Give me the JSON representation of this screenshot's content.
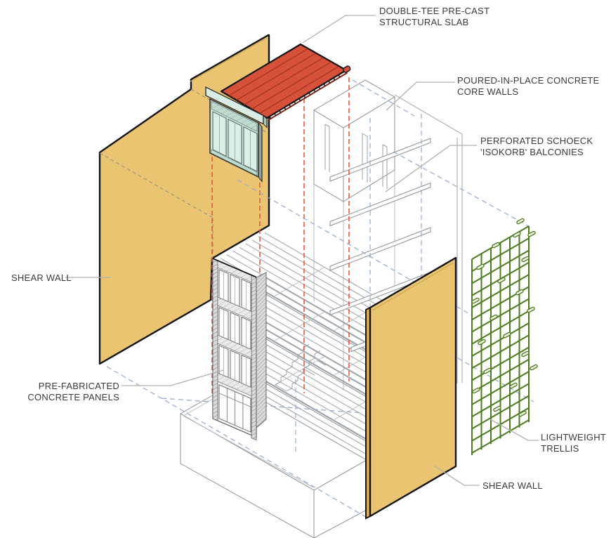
{
  "annotations": {
    "double_tee": {
      "line1": "DOUBLE-TEE PRE-CAST",
      "line2": "STRUCTURAL SLAB"
    },
    "core_walls": {
      "line1": "POURED-IN-PLACE CONCRETE",
      "line2": "CORE WALLS"
    },
    "balconies": {
      "line1": "PERFORATED SCHOECK",
      "line2": "'ISOKORB' BALCONIES"
    },
    "shear_wall_left": {
      "line1": "SHEAR WALL"
    },
    "panels": {
      "line1": "PRE-FABRICATED",
      "line2": "CONCRETE PANELS"
    },
    "trellis": {
      "line1": "LIGHTWEIGHT",
      "line2": "TRELLIS"
    },
    "shear_wall_right": {
      "line1": "SHEAR WALL"
    }
  },
  "colors": {
    "shear_wall": "#EAC471",
    "shear_wall_edge": "#D9AE56",
    "slab_red": "#D7503A",
    "slab_rib": "#A23420",
    "window_teal": "#D8EDE3",
    "trellis_green": "#4C7C1D",
    "lineart_gray": "#9AA0A6",
    "dash_red": "#E25A41",
    "dash_blue": "#94AACB",
    "dash_gray": "#8D8D8D",
    "leader_gray": "#B0B0B0",
    "text": "#3A3A3A"
  },
  "components": [
    "double-tee pre-cast structural slab",
    "poured-in-place concrete core walls",
    "perforated Schoeck 'Isokorb' balconies",
    "shear walls",
    "pre-fabricated concrete panels",
    "lightweight trellis"
  ]
}
